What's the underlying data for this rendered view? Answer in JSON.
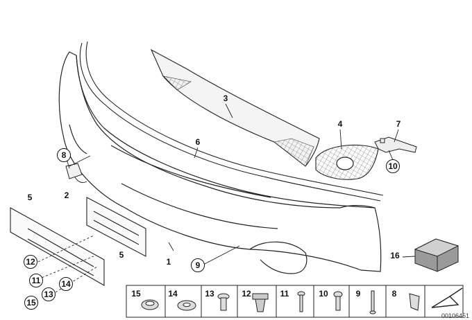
{
  "callouts": {
    "c1": "1",
    "c2": "2",
    "c3": "3",
    "c4": "4",
    "c5a": "5",
    "c5b": "5",
    "c6": "6",
    "c7": "7",
    "c8": "8",
    "c9": "9",
    "c10": "10",
    "c11": "11",
    "c12": "12",
    "c13": "13",
    "c14": "14",
    "c15": "15",
    "c16": "16"
  },
  "parts_strip": {
    "items": [
      "15",
      "14",
      "13",
      "12",
      "11",
      "10",
      "9",
      "8"
    ]
  },
  "doc_number": "00106451"
}
